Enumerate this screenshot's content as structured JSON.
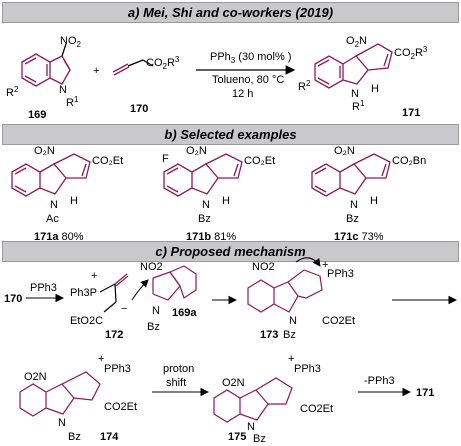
{
  "sections": {
    "a": "a) Mei, Shi and co-workers (2019)",
    "b": "b) Selected examples",
    "c": "c) Proposed mechanism"
  },
  "scheme_a": {
    "reagent_no2": "NO",
    "reagent_no2_sub": "2",
    "r2": "R",
    "r2_sup": "2",
    "r1": "R",
    "r1_sup": "1",
    "n": "N",
    "label_169": "169",
    "plus": "+",
    "allene_group": "CO",
    "allene_sub": "2",
    "allene_r": "R",
    "allene_sup": "3",
    "label_170": "170",
    "cond_1": "PPh",
    "cond_1_sub": "3",
    "cond_1_rest": " (30 mol% )",
    "cond_2": "Tolueno,  80 °C",
    "cond_3": "12 h",
    "prod_no2": "O",
    "prod_no2_n": "N",
    "prod_co2": "CO",
    "prod_co2_sub": "2",
    "prod_r3": "R",
    "prod_r3_sup": "3",
    "prod_h": "H",
    "label_171": "171"
  },
  "examples": [
    {
      "label": "171a",
      "yield": "80%",
      "ester": "CO2Et",
      "protect": "Ac",
      "extra": ""
    },
    {
      "label": "171b",
      "yield": "81%",
      "ester": "CO2Et",
      "protect": "Bz",
      "extra": "F"
    },
    {
      "label": "171c",
      "yield": "73%",
      "ester": "CO2Bn",
      "protect": "Bz",
      "extra": ""
    }
  ],
  "mechanism": {
    "start": "170",
    "pph3": "PPh3",
    "ph3p": "Ph3P",
    "ester": "EtO2C",
    "label_172": "172",
    "label_169a": "169a",
    "label_173": "173",
    "label_174": "174",
    "label_175": "175",
    "proton": "proton",
    "shift": "shift",
    "elim": "-PPh3",
    "final": "171",
    "bz": "Bz",
    "co2et": "CO2Et",
    "no2": "O2N",
    "no2b": "NO2",
    "n": "N",
    "plus_sign": "+",
    "minus_sign": "−"
  },
  "colors": {
    "ring": "#8b1a5a",
    "bond": "#000000",
    "bar_bg": "#c9c9cb"
  }
}
